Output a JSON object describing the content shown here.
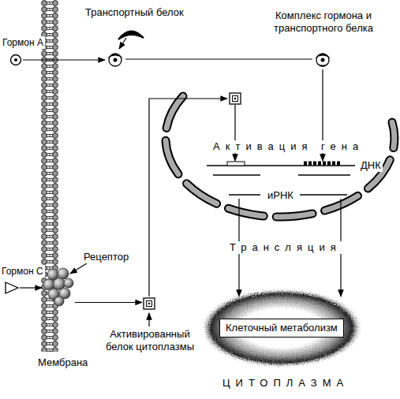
{
  "diagram": {
    "nodes": [
      {
        "text": [
          "Гормон А"
        ]
      },
      {
        "text": [
          "Транспортный белок"
        ]
      },
      {
        "text": [
          "Комплекс гормона и транспортного белка"
        ]
      },
      {
        "text": [
          "Рецептор"
        ]
      },
      {
        "text": [
          "Гормон С"
        ]
      },
      {
        "text": [
          "Активированный белок цитоплазмы"
        ]
      },
      {
        "text": [
          "Клеточный метаболизм"
        ]
      }
    ],
    "edges": [
      {
        "from": 0,
        "to": 1,
        "arrow": "to"
      },
      {
        "from": 1,
        "to": 2,
        "arrow": "none"
      },
      {
        "from": 4,
        "to": 3,
        "arrow": "to"
      },
      {
        "from": 3,
        "to": 5,
        "arrow": "to"
      }
    ],
    "labels": [
      "Мембрана",
      "Активация гена",
      "ДНК",
      "иРНК",
      "Трансляция",
      "ЦИТОПЛАЗМА"
    ]
  }
}
